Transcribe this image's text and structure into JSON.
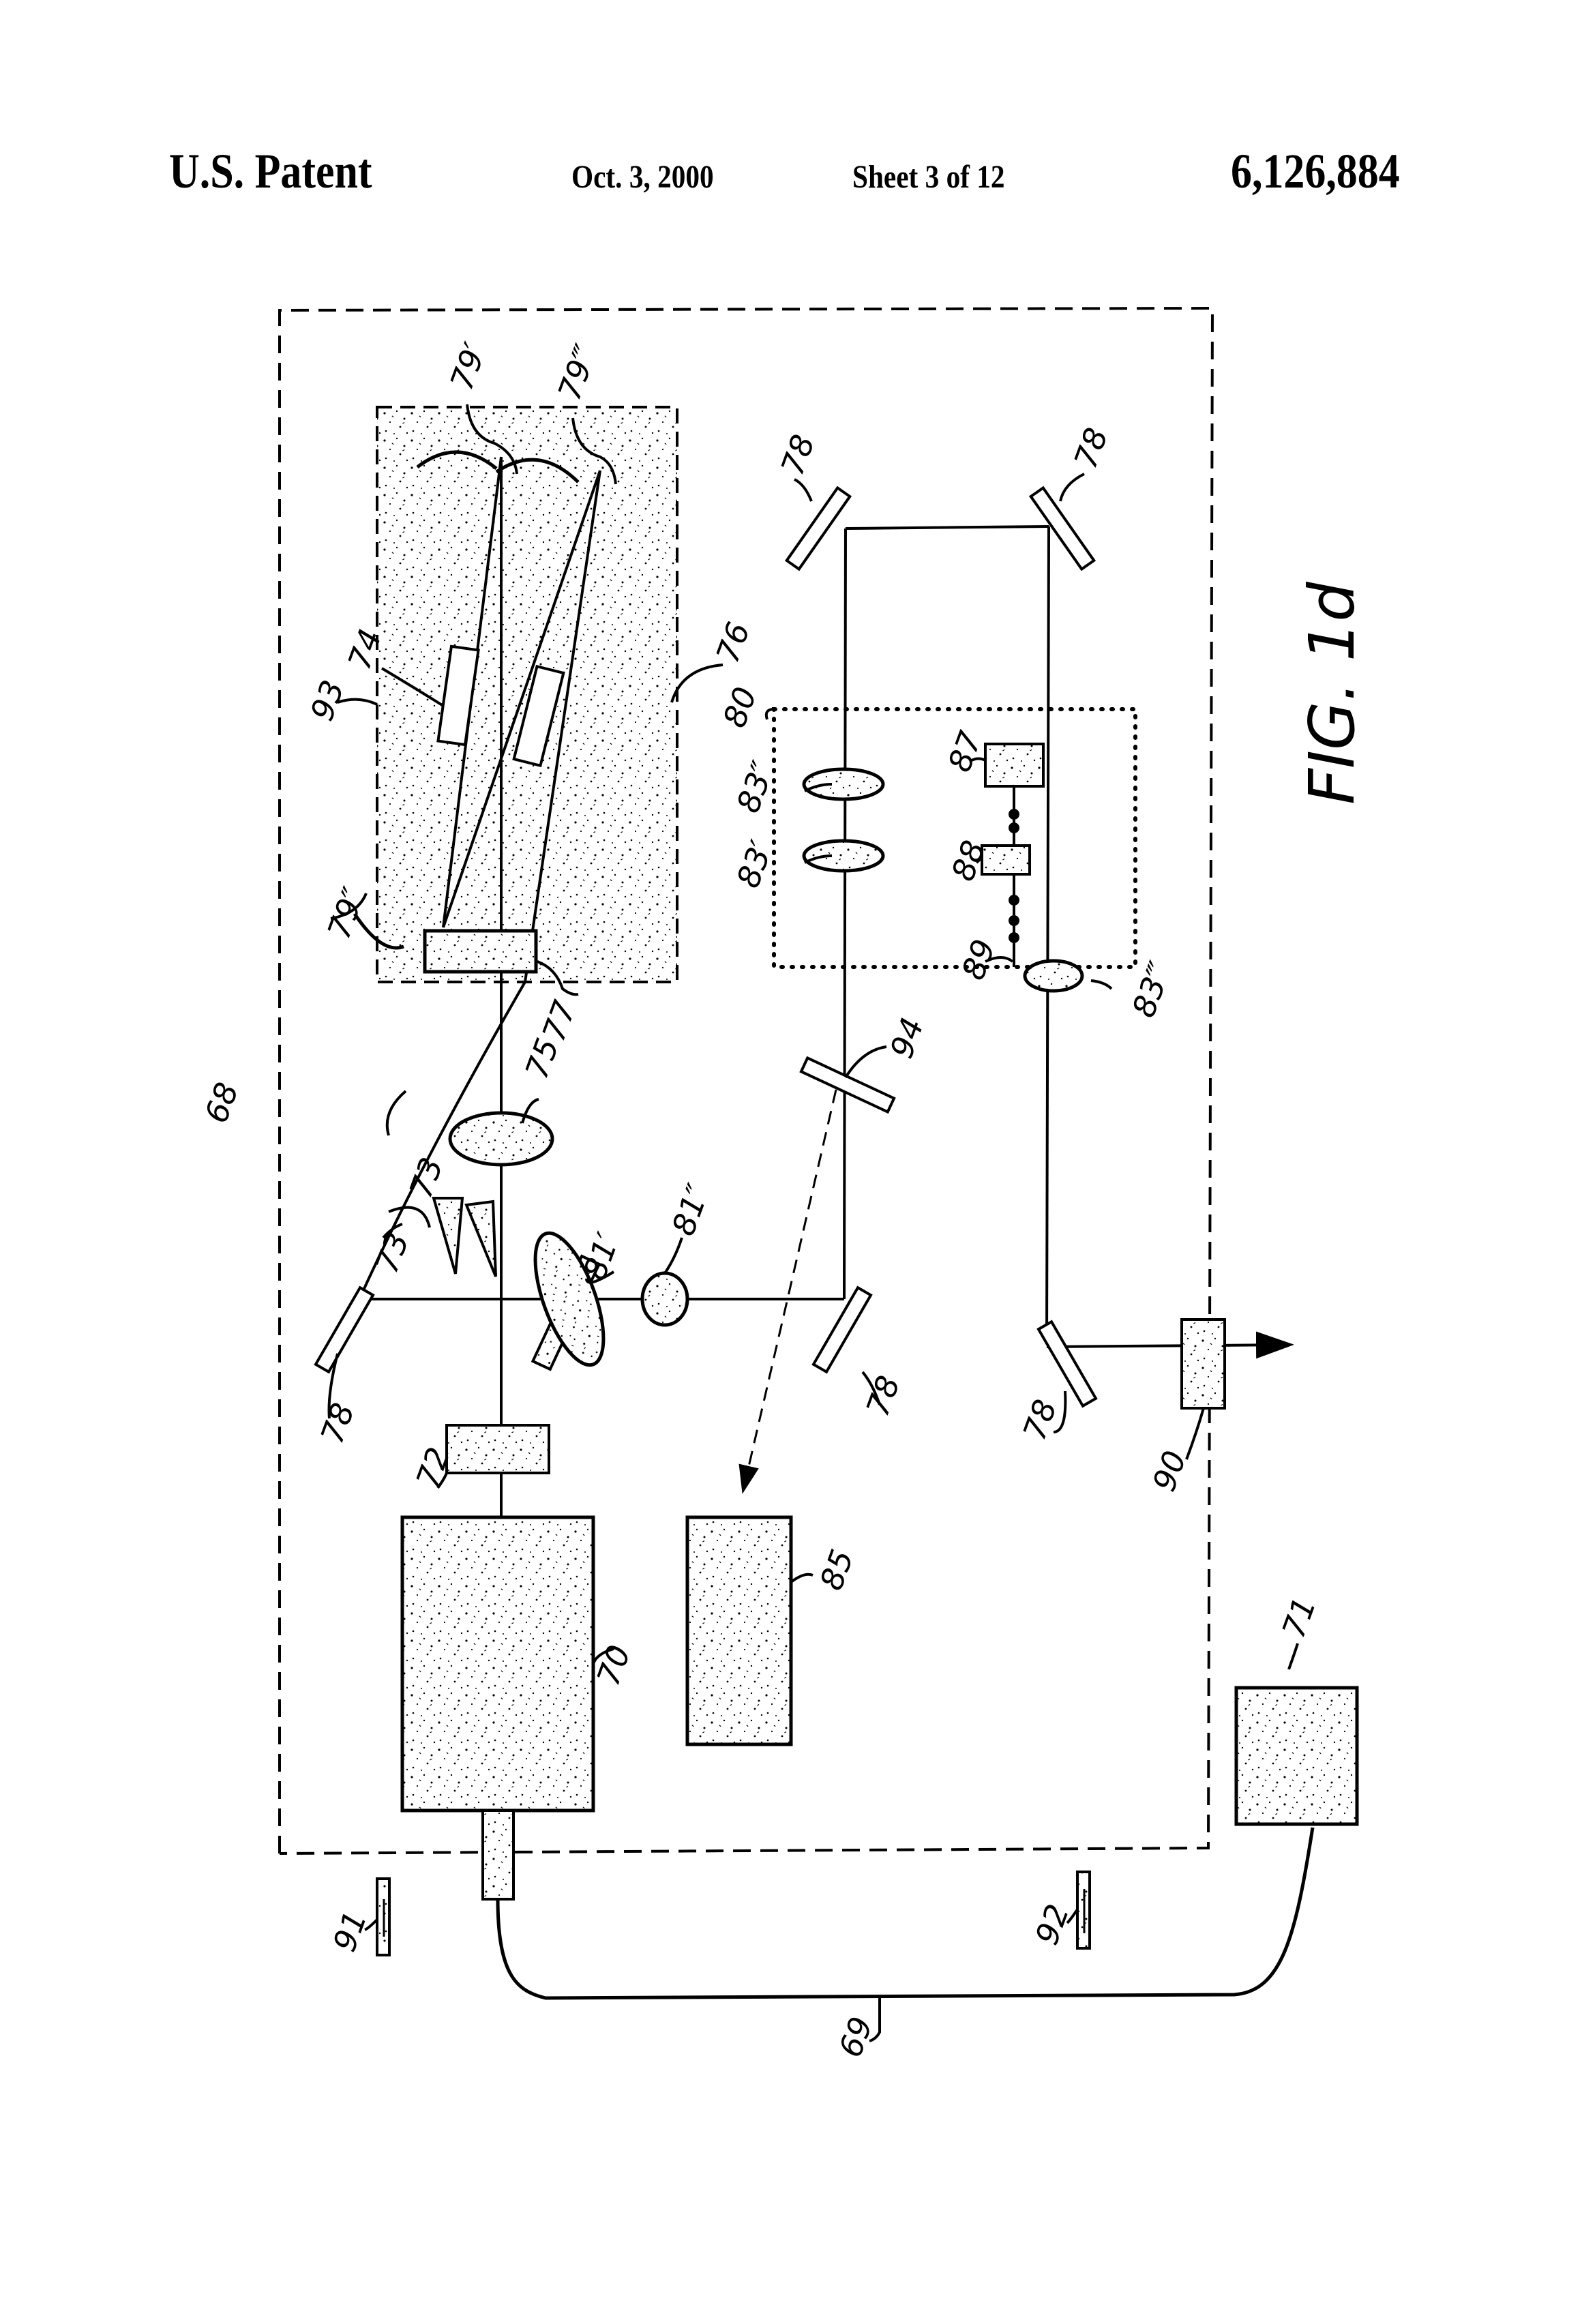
{
  "header": {
    "left": "U.S. Patent",
    "date": "Oct. 3, 2000",
    "sheet": "Sheet 3 of 12",
    "patent_number": "6,126,884"
  },
  "figure": {
    "caption": "FIG. 1d",
    "colors": {
      "ink": "#000000",
      "stipple_bg": "#f4f4f4",
      "paper": "#ffffff"
    }
  },
  "reference_labels": {
    "enclosure": "68",
    "fiber": "69",
    "laser_head": "70",
    "power_supply": "71",
    "component_72": "72",
    "prism_a": "73",
    "prism_b": "73",
    "crystal_74": "74",
    "lens_75": "75",
    "crystal_76": "76",
    "component_77": "77",
    "mirror_78_left": "78",
    "mirror_78_mid": "78",
    "mirror_78_top_left": "78",
    "mirror_78_top_right": "78",
    "mirror_78_bottom_right": "78",
    "mirror_79_prime": "79′",
    "mirror_79_double": "79″",
    "mirror_79_triple": "79‴",
    "module_80": "80",
    "element_81_prime": "81′",
    "element_81_double": "81″",
    "lens_83_prime": "83′",
    "lens_83_double": "83″",
    "lens_83_triple": "83‴",
    "detector_85": "85",
    "block_87": "87",
    "block_88": "88",
    "rail_89": "89",
    "output_window_90": "90",
    "port_91": "91",
    "port_92": "92",
    "chamber_93": "93",
    "beam_splitter_94": "94"
  }
}
